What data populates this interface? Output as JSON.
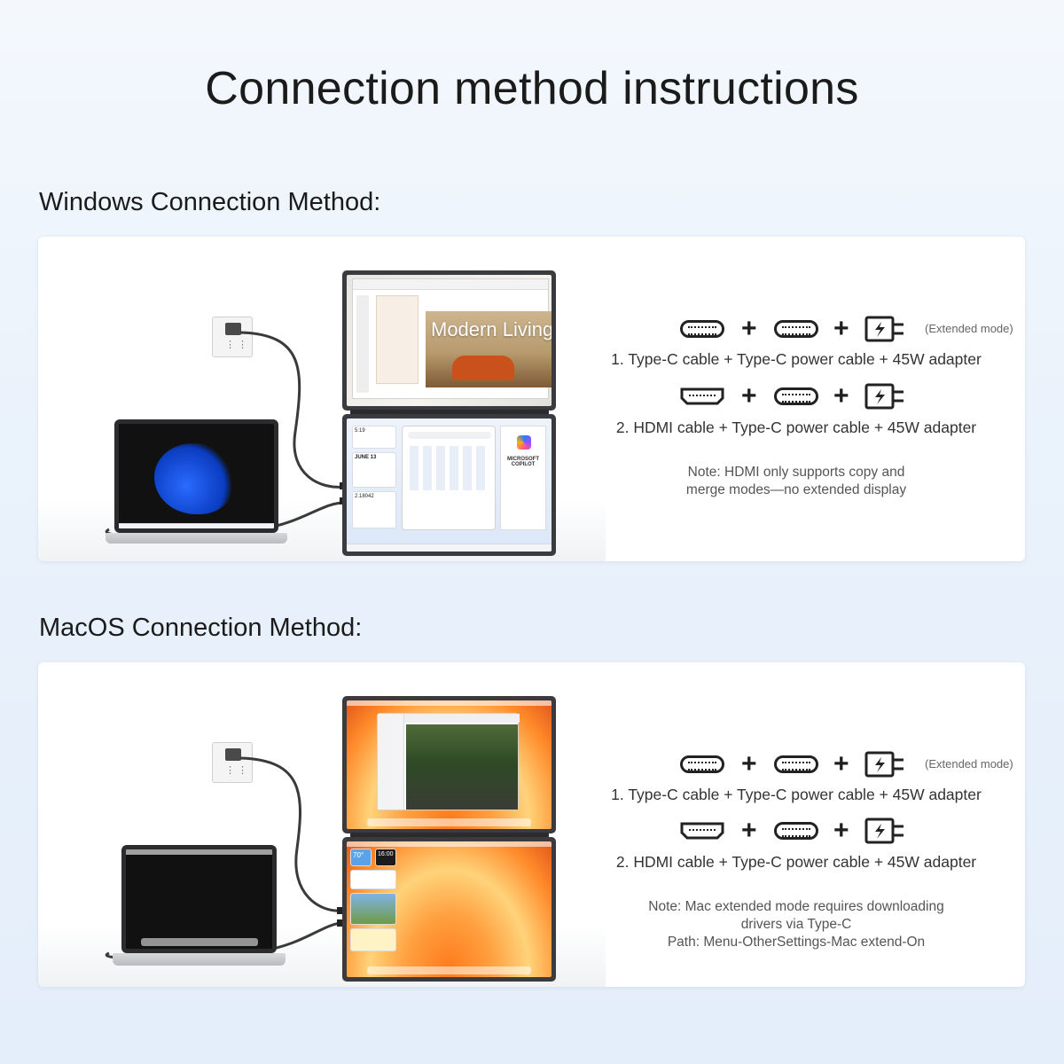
{
  "title": "Connection method instructions",
  "windows": {
    "heading": "Windows Connection Method:",
    "extended_label": "(Extended mode)",
    "step1": "1. Type-C cable + Type-C power cable + 45W adapter",
    "step2": "2. HDMI cable + Type-C power cable + 45W adapter",
    "note_line1": "Note: HDMI only supports copy and",
    "note_line2": "merge modes—no extended display",
    "slide_text": "Modern Living",
    "copilot_text": "MICROSOFT COPILOT",
    "widget_date": "JUNE 13",
    "widget_time": "5:19",
    "widget_num": "2.18042"
  },
  "macos": {
    "heading": "MacOS Connection Method:",
    "extended_label": "(Extended mode)",
    "step1": "1. Type-C cable + Type-C power cable + 45W adapter",
    "step2": "2. HDMI cable + Type-C power cable + 45W adapter",
    "note_line1": "Note: Mac extended mode requires downloading",
    "note_line2": "drivers via Type-C",
    "note_line3": "Path: Menu-OtherSettings-Mac extend-On",
    "widget_temp": "70°",
    "widget_clock": "16:00"
  },
  "plus_sign": "+",
  "icons": {
    "typec": "type-c-connector-icon",
    "hdmi": "hdmi-connector-icon",
    "adapter": "power-adapter-icon",
    "outlet": "wall-outlet-icon"
  },
  "colors": {
    "background": "#eaf2fb",
    "card": "#ffffff",
    "text": "#1b1b1b",
    "icon": "#222222"
  }
}
